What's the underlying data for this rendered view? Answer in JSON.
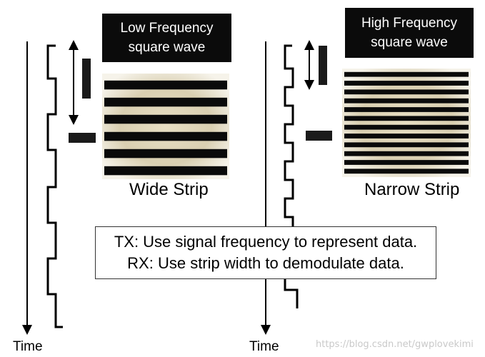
{
  "left_panel": {
    "title_line1": "Low Frequency",
    "title_line2": "square wave",
    "strip_label": "Wide Strip",
    "time_label": "Time",
    "stripe_count": 6
  },
  "right_panel": {
    "title_line1": "High Frequency",
    "title_line2": "square wave",
    "strip_label": "Narrow Strip",
    "time_label": "Time",
    "stripe_count": 12
  },
  "caption": {
    "line1": "TX: Use signal frequency to represent data.",
    "line2": "RX: Use strip width to demodulate data."
  },
  "watermark": "https://blog.csdn.net/gwplovekimi",
  "colors": {
    "stroke": "#000000",
    "stripe": "#0a0a0a",
    "stripe_glow": "#b8ae94",
    "title_bg": "#0b0b0b",
    "title_fg": "#ffffff"
  }
}
